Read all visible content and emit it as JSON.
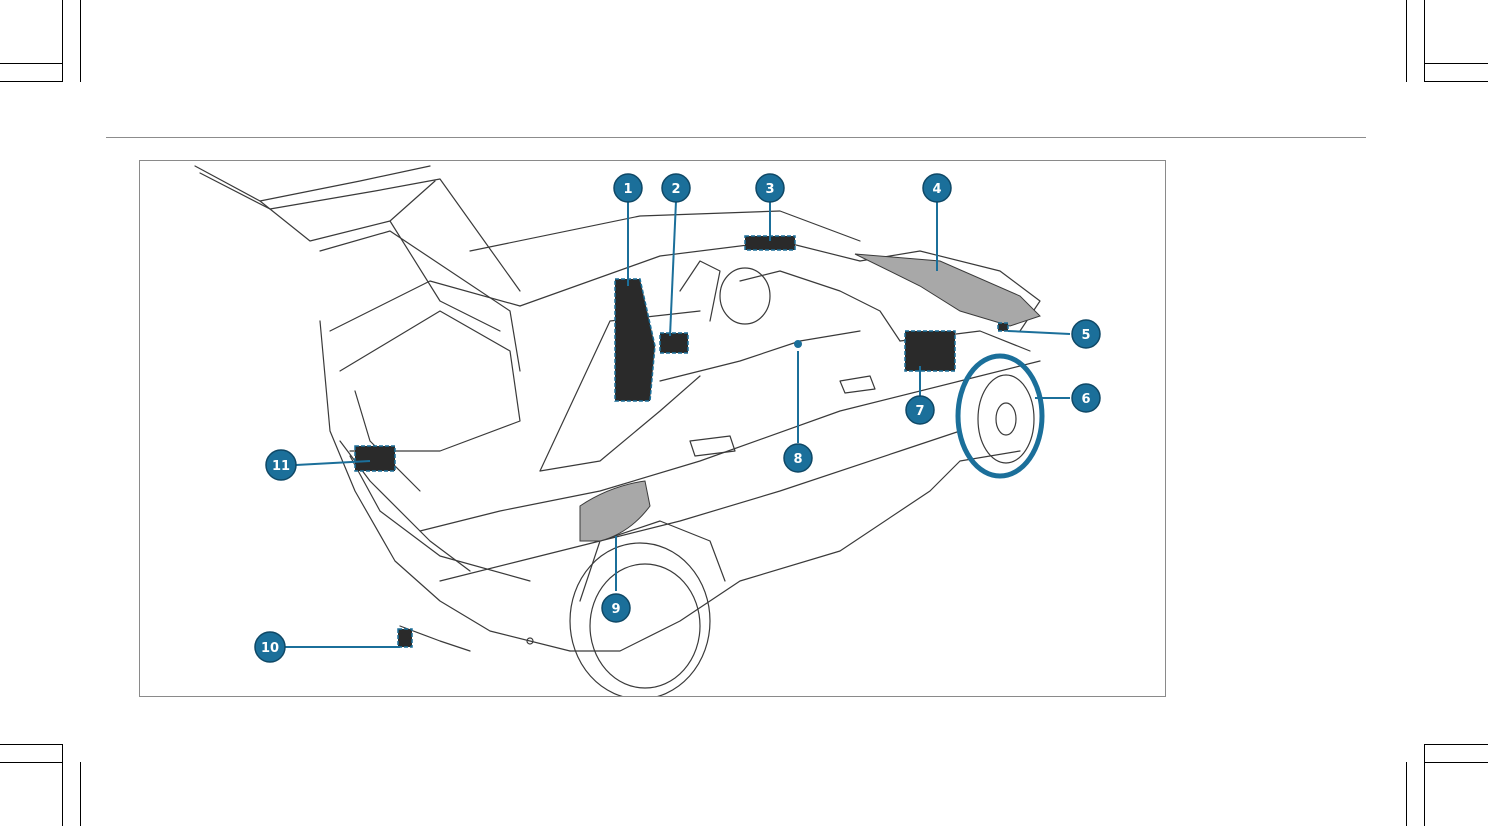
{
  "figure": {
    "accent_color": "#1b6f9a",
    "highlight_fill": "#a8a8a8",
    "component_fill": "#2a2a2a",
    "callouts": [
      {
        "label": "1"
      },
      {
        "label": "2"
      },
      {
        "label": "3"
      },
      {
        "label": "4"
      },
      {
        "label": "5"
      },
      {
        "label": "6"
      },
      {
        "label": "7"
      },
      {
        "label": "8"
      },
      {
        "label": "9"
      },
      {
        "label": "10"
      },
      {
        "label": "11"
      }
    ]
  }
}
